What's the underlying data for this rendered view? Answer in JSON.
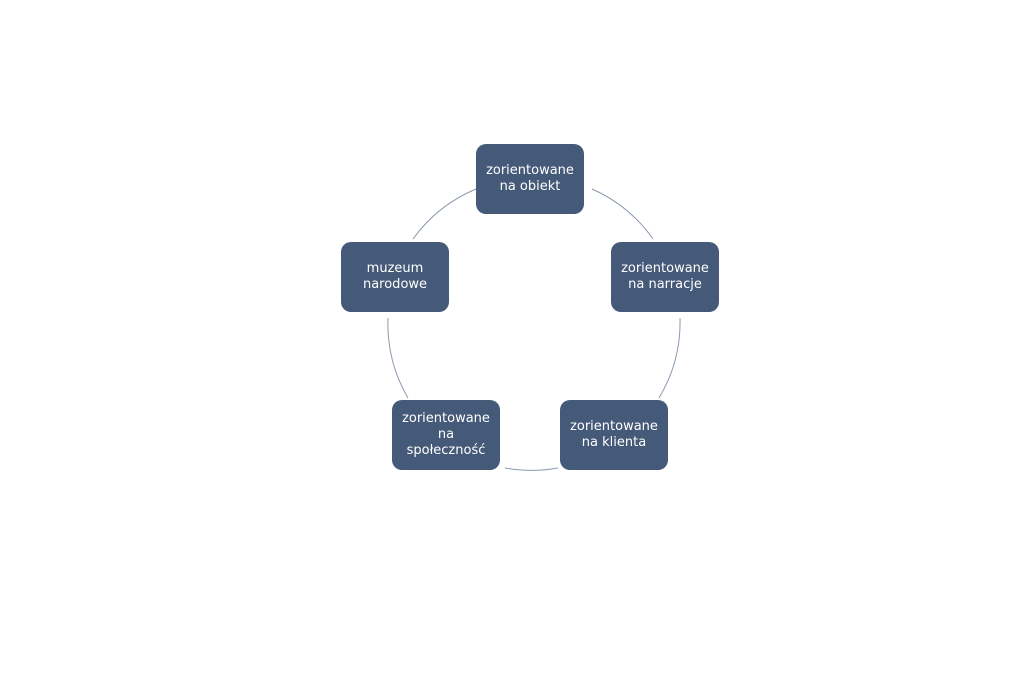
{
  "colors": {
    "node_fill": "#455a78",
    "node_text": "#ffffff",
    "connector": "#8a9aae",
    "background": "#ffffff"
  },
  "nodes": [
    {
      "label": "zorientowane\nna obiekt"
    },
    {
      "label": "zorientowane\nna narracje"
    },
    {
      "label": "zorientowane\nna klienta"
    },
    {
      "label": "zorientowane\nna\nspołeczność"
    },
    {
      "label": "muzeum\nnarodowe"
    }
  ]
}
